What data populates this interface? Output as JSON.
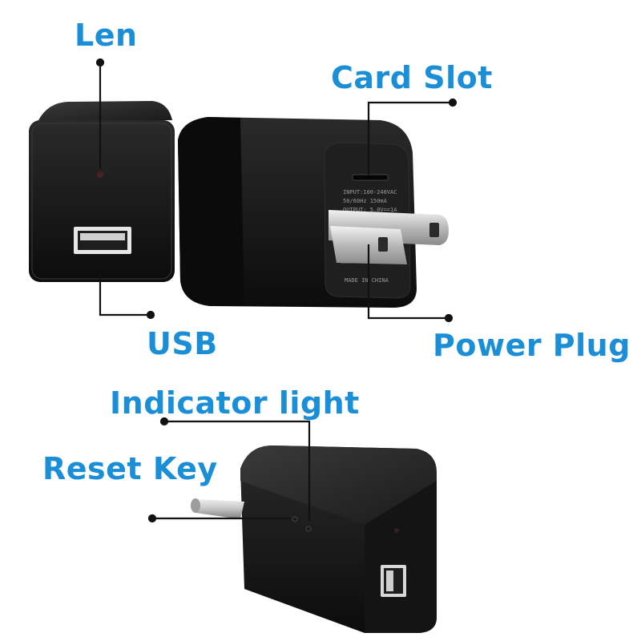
{
  "labels": {
    "len": "Len",
    "card_slot": "Card Slot",
    "usb": "USB",
    "power_plug": "Power Plug",
    "indicator_light": "Indicator light",
    "reset_key": "Reset Key"
  },
  "device_print": {
    "input": "INPUT:100-240VAC",
    "freq": "50/60Hz 150mA",
    "output": "OUTPUT: 5.0V==1A",
    "origin": "MADE IN CHINA"
  },
  "colors": {
    "label": "#1a8fd8",
    "body": "#141414",
    "line": "#111111"
  }
}
